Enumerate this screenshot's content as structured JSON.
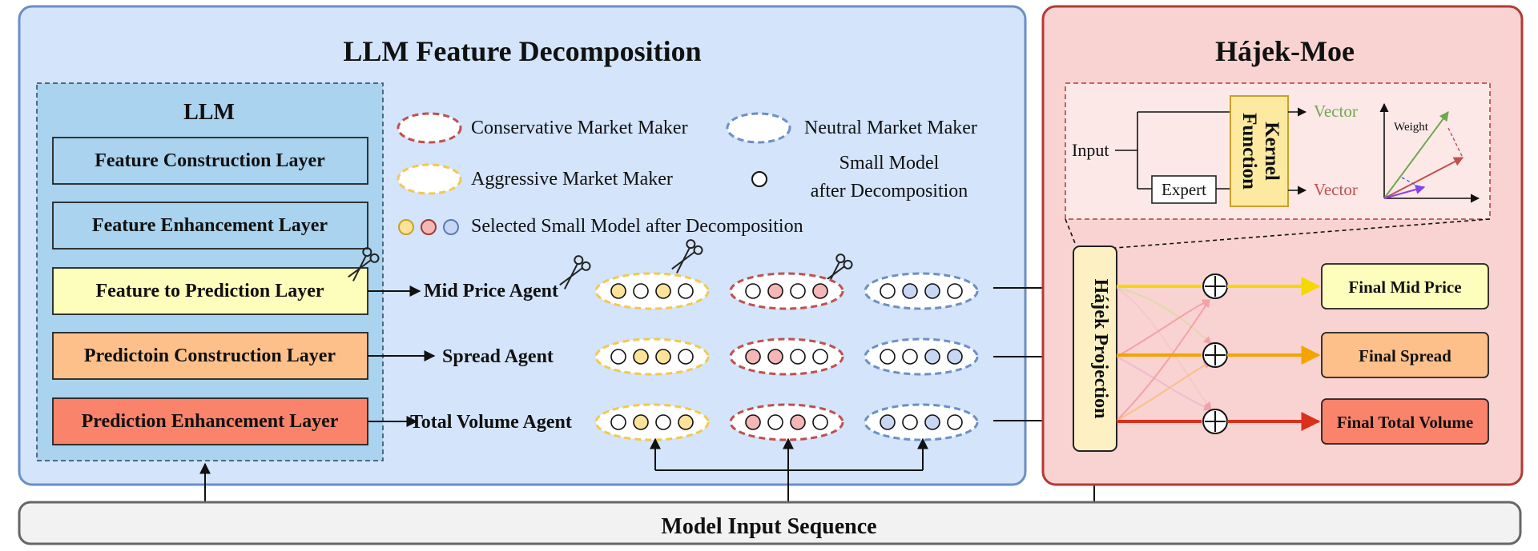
{
  "left_panel": {
    "title": "LLM Feature Decomposition"
  },
  "llm": {
    "title": "LLM",
    "layers": [
      "Feature Construction Layer",
      "Feature Enhancement Layer",
      "Feature to Prediction Layer",
      "Predictoin Construction Layer",
      "Prediction Enhancement Layer"
    ]
  },
  "legend": {
    "conservative": "Conservative Market Maker",
    "neutral": "Neutral Market Maker",
    "aggressive": "Aggressive Market Maker",
    "small_model_line1": "Small Model",
    "small_model_line2": "after Decomposition",
    "selected": "Selected Small Model after Decomposition"
  },
  "agents": {
    "mid_price": "Mid Price Agent",
    "spread": "Spread Agent",
    "total_volume": "Total Volume Agent"
  },
  "right_panel": {
    "title": "Hájek-Moe"
  },
  "hajek_detail": {
    "input": "Input",
    "expert": "Expert",
    "kernel_line1": "Kernel",
    "kernel_line2": "Function",
    "vector_top": "Vector",
    "vector_bottom": "Vector",
    "weight": "Weight"
  },
  "hajek_projection": "Hájek Projection",
  "outputs": {
    "mid_price": "Final Mid Price",
    "spread": "Final Spread",
    "total_volume": "Final Total Volume"
  },
  "input_bar": "Model Input Sequence",
  "colors": {
    "left_panel_bg": "#d3e4fb",
    "left_panel_border": "#6b8ec6",
    "right_panel_bg": "#f8d3d1",
    "right_panel_border": "#b23a33",
    "llm_box_bg": "#a9d3ee",
    "layer_blue": "#a9d3ee",
    "layer_yellow": "#fdfdbc",
    "layer_orange": "#fdc08a",
    "layer_red": "#fa836b",
    "aggressive_border": "#f2c94c",
    "conservative_border": "#c0504d",
    "neutral_border": "#6d8fc4",
    "mid_price_line": "#f5d800",
    "spread_line": "#f4a300",
    "total_volume_line": "#d9301c"
  }
}
